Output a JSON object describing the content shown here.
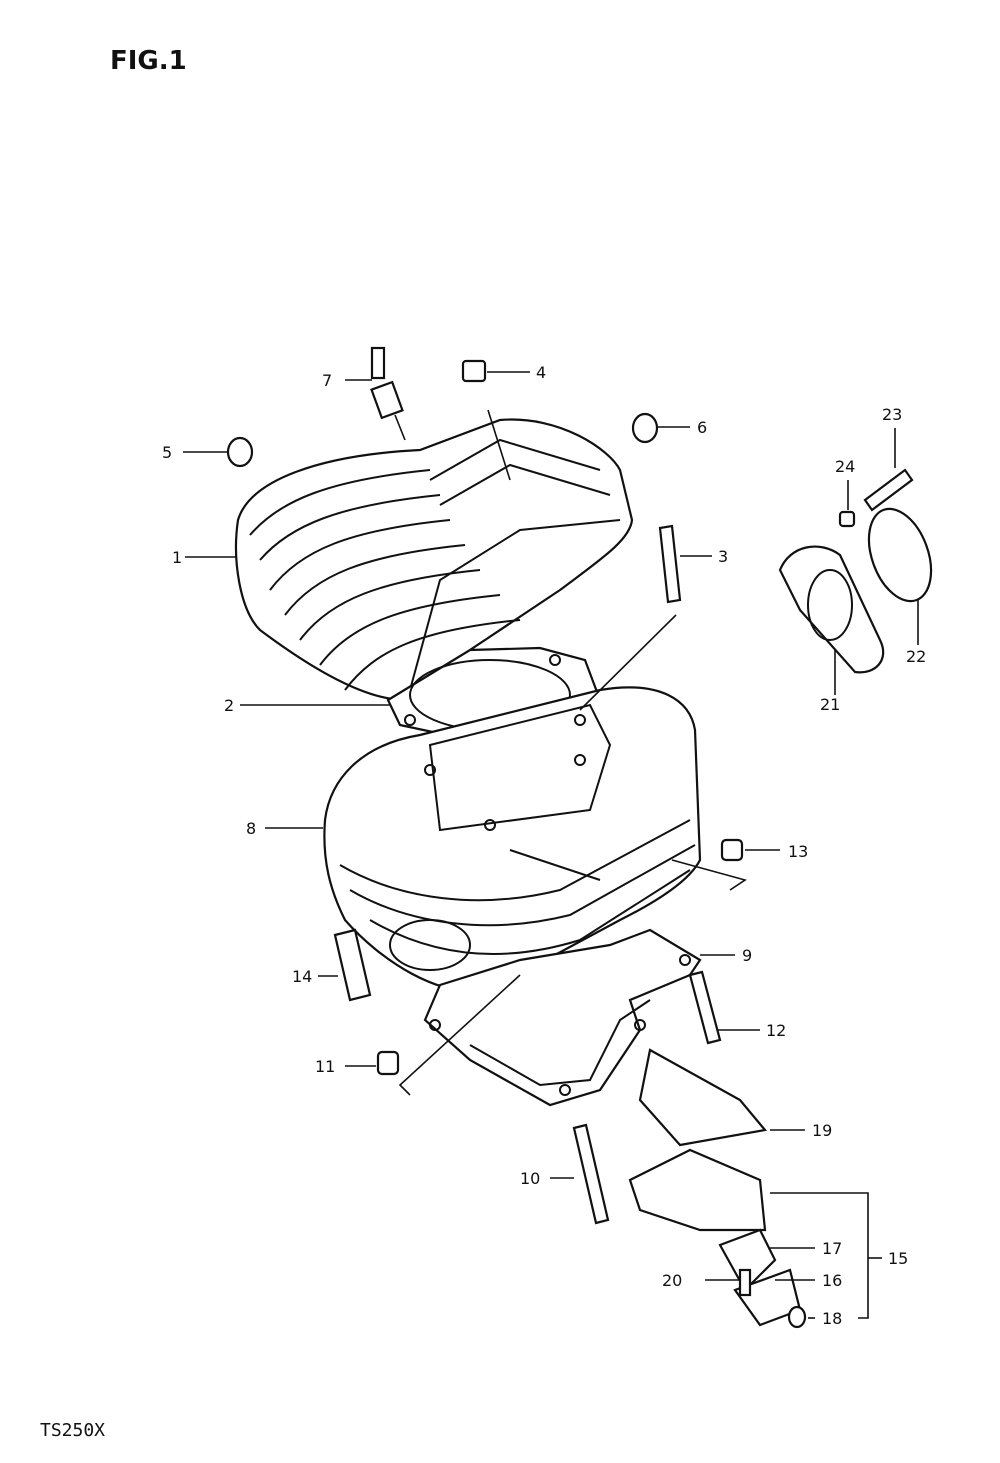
{
  "figure": {
    "title": "FIG.1",
    "model_code": "TS250X"
  },
  "callouts": [
    {
      "id": "7",
      "text": "7"
    },
    {
      "id": "4",
      "text": "4"
    },
    {
      "id": "5",
      "text": "5"
    },
    {
      "id": "6",
      "text": "6"
    },
    {
      "id": "23",
      "text": "23"
    },
    {
      "id": "24",
      "text": "24"
    },
    {
      "id": "1",
      "text": "1"
    },
    {
      "id": "3",
      "text": "3"
    },
    {
      "id": "22",
      "text": "22"
    },
    {
      "id": "21",
      "text": "21"
    },
    {
      "id": "2",
      "text": "2"
    },
    {
      "id": "8",
      "text": "8"
    },
    {
      "id": "13",
      "text": "13"
    },
    {
      "id": "9",
      "text": "9"
    },
    {
      "id": "14",
      "text": "14"
    },
    {
      "id": "12",
      "text": "12"
    },
    {
      "id": "11",
      "text": "11"
    },
    {
      "id": "19",
      "text": "19"
    },
    {
      "id": "10",
      "text": "10"
    },
    {
      "id": "17",
      "text": "17"
    },
    {
      "id": "15",
      "text": "15"
    },
    {
      "id": "20",
      "text": "20"
    },
    {
      "id": "16",
      "text": "16"
    },
    {
      "id": "18",
      "text": "18"
    }
  ]
}
